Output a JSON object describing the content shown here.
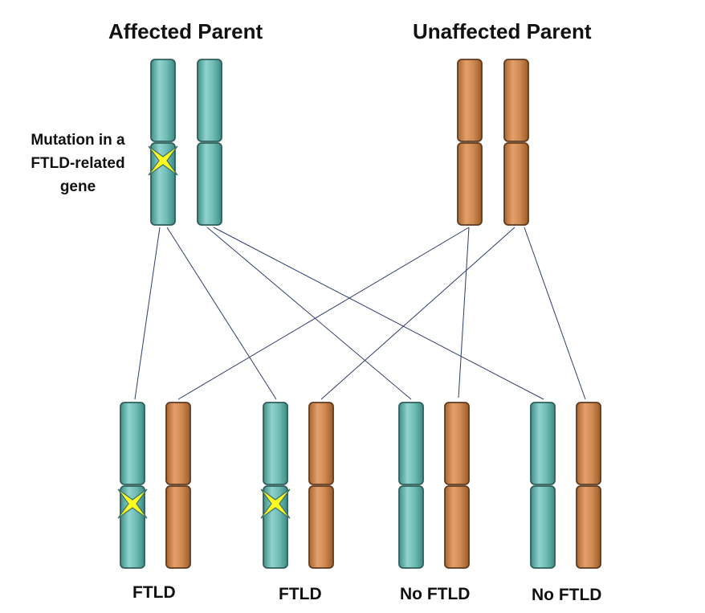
{
  "titles": {
    "affected": "Affected Parent",
    "unaffected": "Unaffected Parent"
  },
  "mutation_note": {
    "line1": "Mutation in a",
    "line2": "FTLD-related",
    "line3": "gene"
  },
  "children": [
    {
      "label": "FTLD",
      "alleles": [
        "teal-mutant",
        "orange"
      ]
    },
    {
      "label": "FTLD",
      "alleles": [
        "teal-mutant",
        "orange"
      ]
    },
    {
      "label": "No FTLD",
      "alleles": [
        "teal",
        "orange"
      ]
    },
    {
      "label": "No FTLD",
      "alleles": [
        "teal",
        "orange"
      ]
    }
  ],
  "colors": {
    "affected_chromosome": "#6fbcb5",
    "affected_outline": "#2f5e5a",
    "unaffected_chromosome": "#cf8a52",
    "unaffected_outline": "#5e3a1e",
    "mutation_marker": "#ffff1e",
    "inheritance_line": "#2e3f6e"
  }
}
